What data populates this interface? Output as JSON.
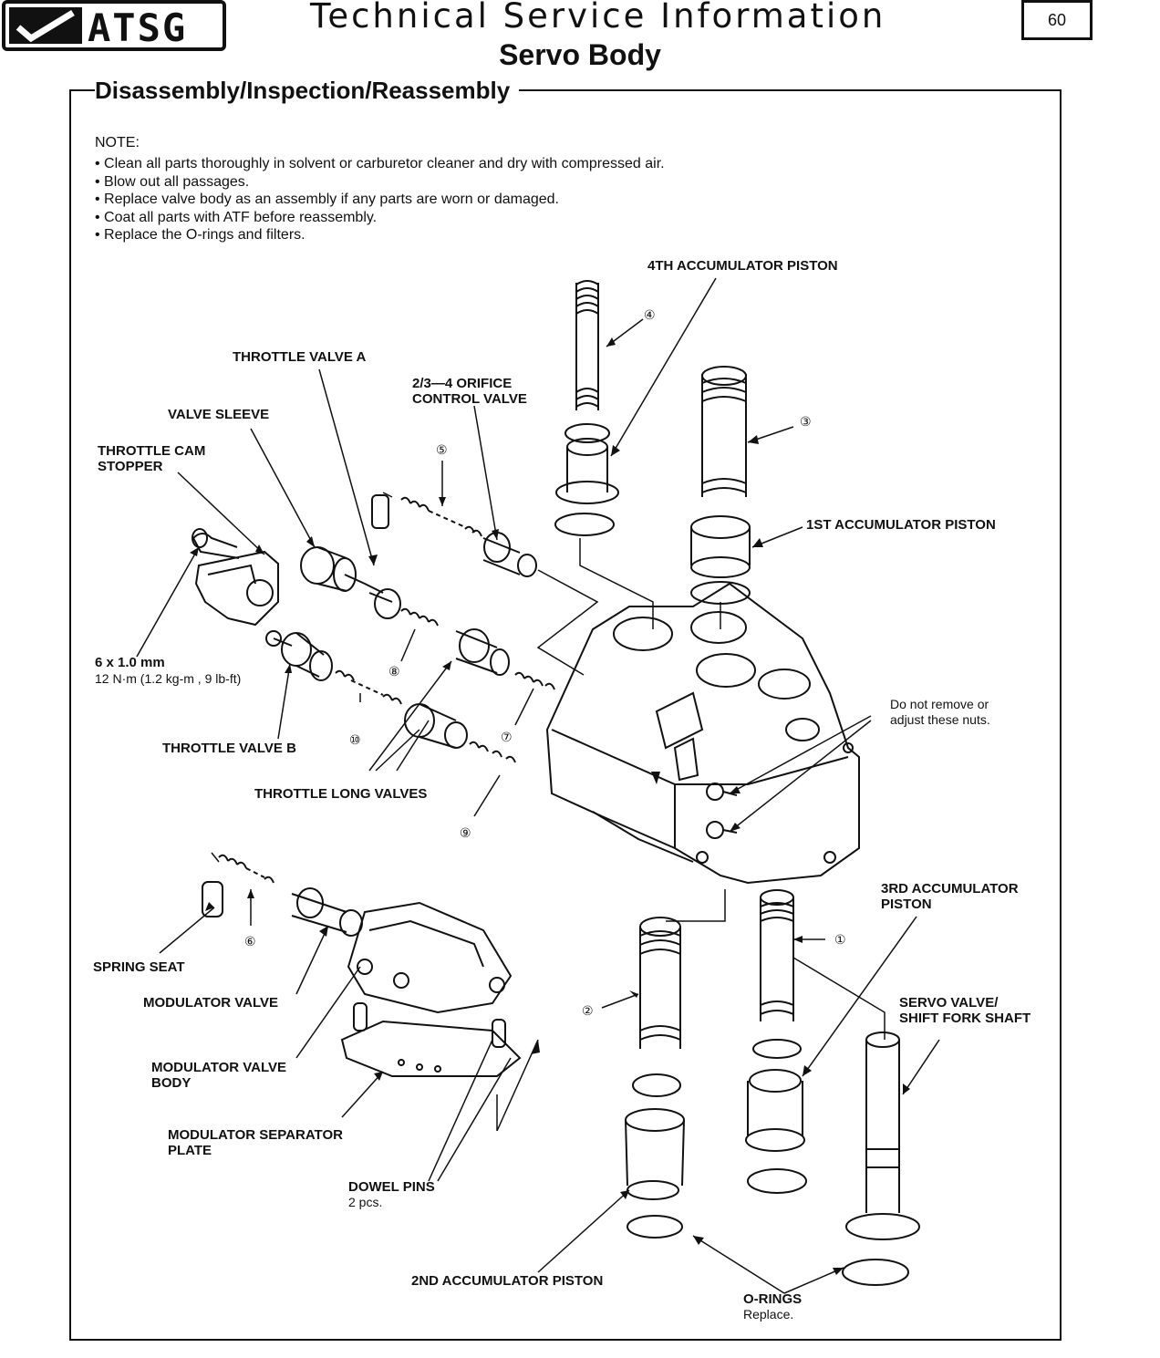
{
  "header": {
    "logo_text": "ATSG",
    "title": "Technical Service Information",
    "subtitle": "Servo Body",
    "page_number": "60"
  },
  "section": {
    "heading": "Disassembly/Inspection/Reassembly"
  },
  "note": {
    "heading": "NOTE:",
    "items": [
      "Clean all parts thoroughly in solvent or carburetor cleaner and dry with compressed air.",
      "Blow out all passages.",
      "Replace valve body as an assembly if any parts are worn or damaged.",
      "Coat all parts with ATF before reassembly.",
      "Replace the O-rings and filters."
    ]
  },
  "labels": {
    "accum4": "4TH ACCUMULATOR PISTON",
    "throttle_a": "THROTTLE VALVE A",
    "orifice_1": "2/3—4 ORIFICE",
    "orifice_2": "CONTROL VALVE",
    "valve_sleeve": "VALVE SLEEVE",
    "cam_stopper_1": "THROTTLE CAM",
    "cam_stopper_2": "STOPPER",
    "accum1": "1ST ACCUMULATOR PISTON",
    "bolt_size": "6 x 1.0 mm",
    "bolt_torque": "12  N·m (1.2  kg-m , 9  lb-ft)",
    "nuts_1": "Do not remove or",
    "nuts_2": "adjust these nuts.",
    "throttle_b": "THROTTLE VALVE B",
    "long_valves": "THROTTLE LONG VALVES",
    "accum3_1": "3RD ACCUMULATOR",
    "accum3_2": "PISTON",
    "spring_seat": "SPRING SEAT",
    "modulator_valve": "MODULATOR VALVE",
    "servo_1": "SERVO VALVE/",
    "servo_2": "SHIFT FORK SHAFT",
    "mod_body_1": "MODULATOR VALVE",
    "mod_body_2": "BODY",
    "sep_plate_1": "MODULATOR SEPARATOR",
    "sep_plate_2": "PLATE",
    "dowel_1": "DOWEL PINS",
    "dowel_2": "2 pcs.",
    "accum2": "2ND ACCUMULATOR PISTON",
    "orings_1": "O-RINGS",
    "orings_2": "Replace."
  },
  "callouts": {
    "c1": "①",
    "c2": "②",
    "c3": "③",
    "c4": "④",
    "c5": "⑤",
    "c6": "⑥",
    "c7": "⑦",
    "c8": "⑧",
    "c9": "⑨",
    "c10": "⑩"
  }
}
